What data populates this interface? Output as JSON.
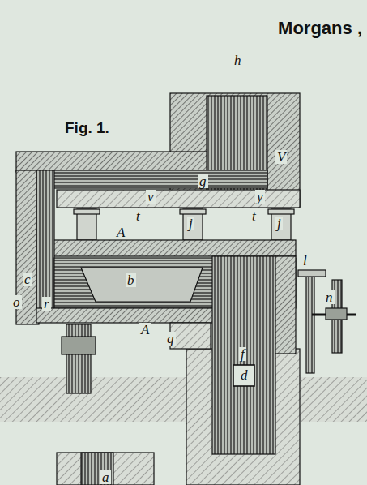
{
  "diagram": {
    "title": "Morgans ,",
    "labels": [
      "Fig. 1.",
      "h",
      "V",
      "g",
      "v",
      "y",
      "t",
      "j",
      "t",
      "j",
      "A",
      "c",
      "o",
      "r",
      "b",
      "A",
      "q",
      "f",
      "d",
      "l",
      "n",
      "a"
    ]
  }
}
